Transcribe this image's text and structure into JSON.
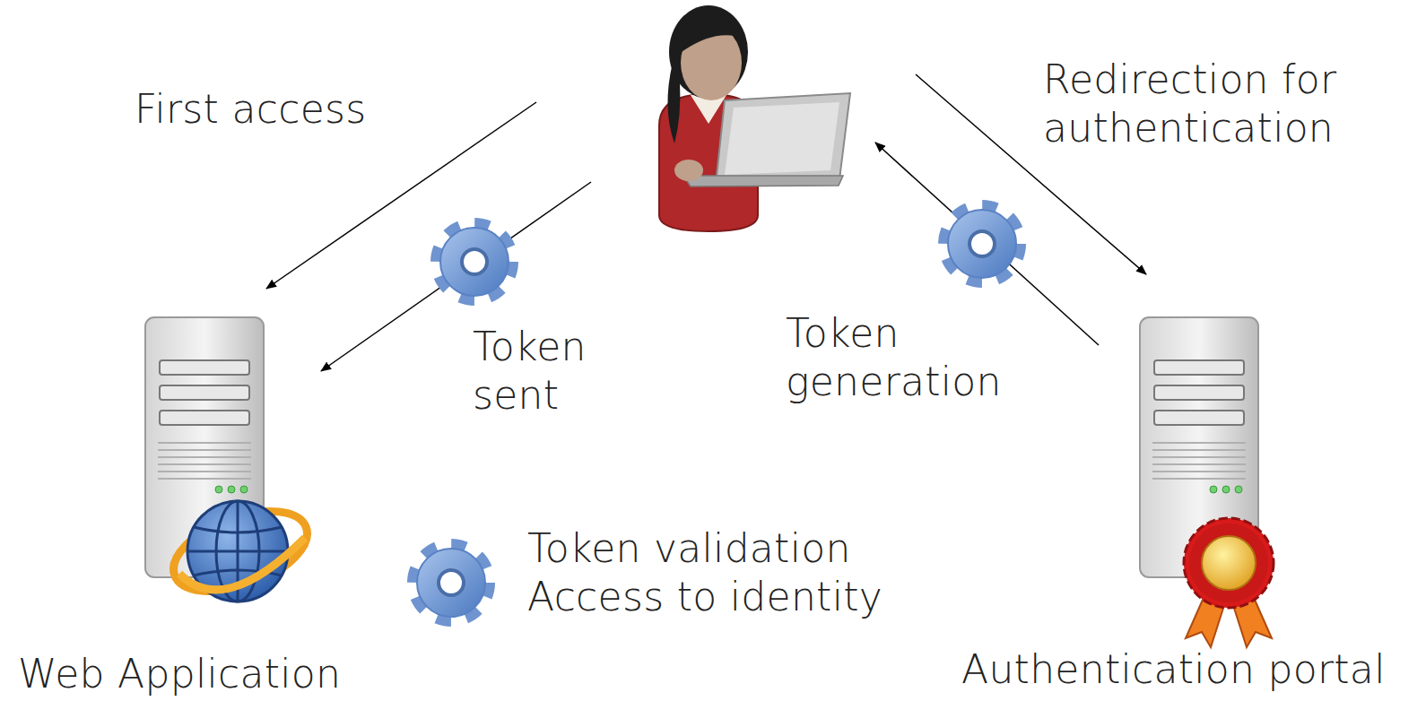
{
  "diagram": {
    "nodes": [
      {
        "text": []
      },
      {
        "text": [
          "Web Application"
        ]
      },
      {
        "text": [
          "Authentication portal"
        ]
      }
    ],
    "edges": [
      {
        "from": 0,
        "to": 1,
        "label": "First access",
        "arrow": "to"
      },
      {
        "from": 0,
        "to": 1,
        "label": "Token sent",
        "arrow": "to"
      },
      {
        "from": 0,
        "to": 2,
        "label": "Redirection for authentication",
        "arrow": "to"
      },
      {
        "from": 2,
        "to": 0,
        "label": "Token generation",
        "arrow": "to"
      }
    ],
    "labels": [
      "Token validation Access to identity"
    ]
  }
}
